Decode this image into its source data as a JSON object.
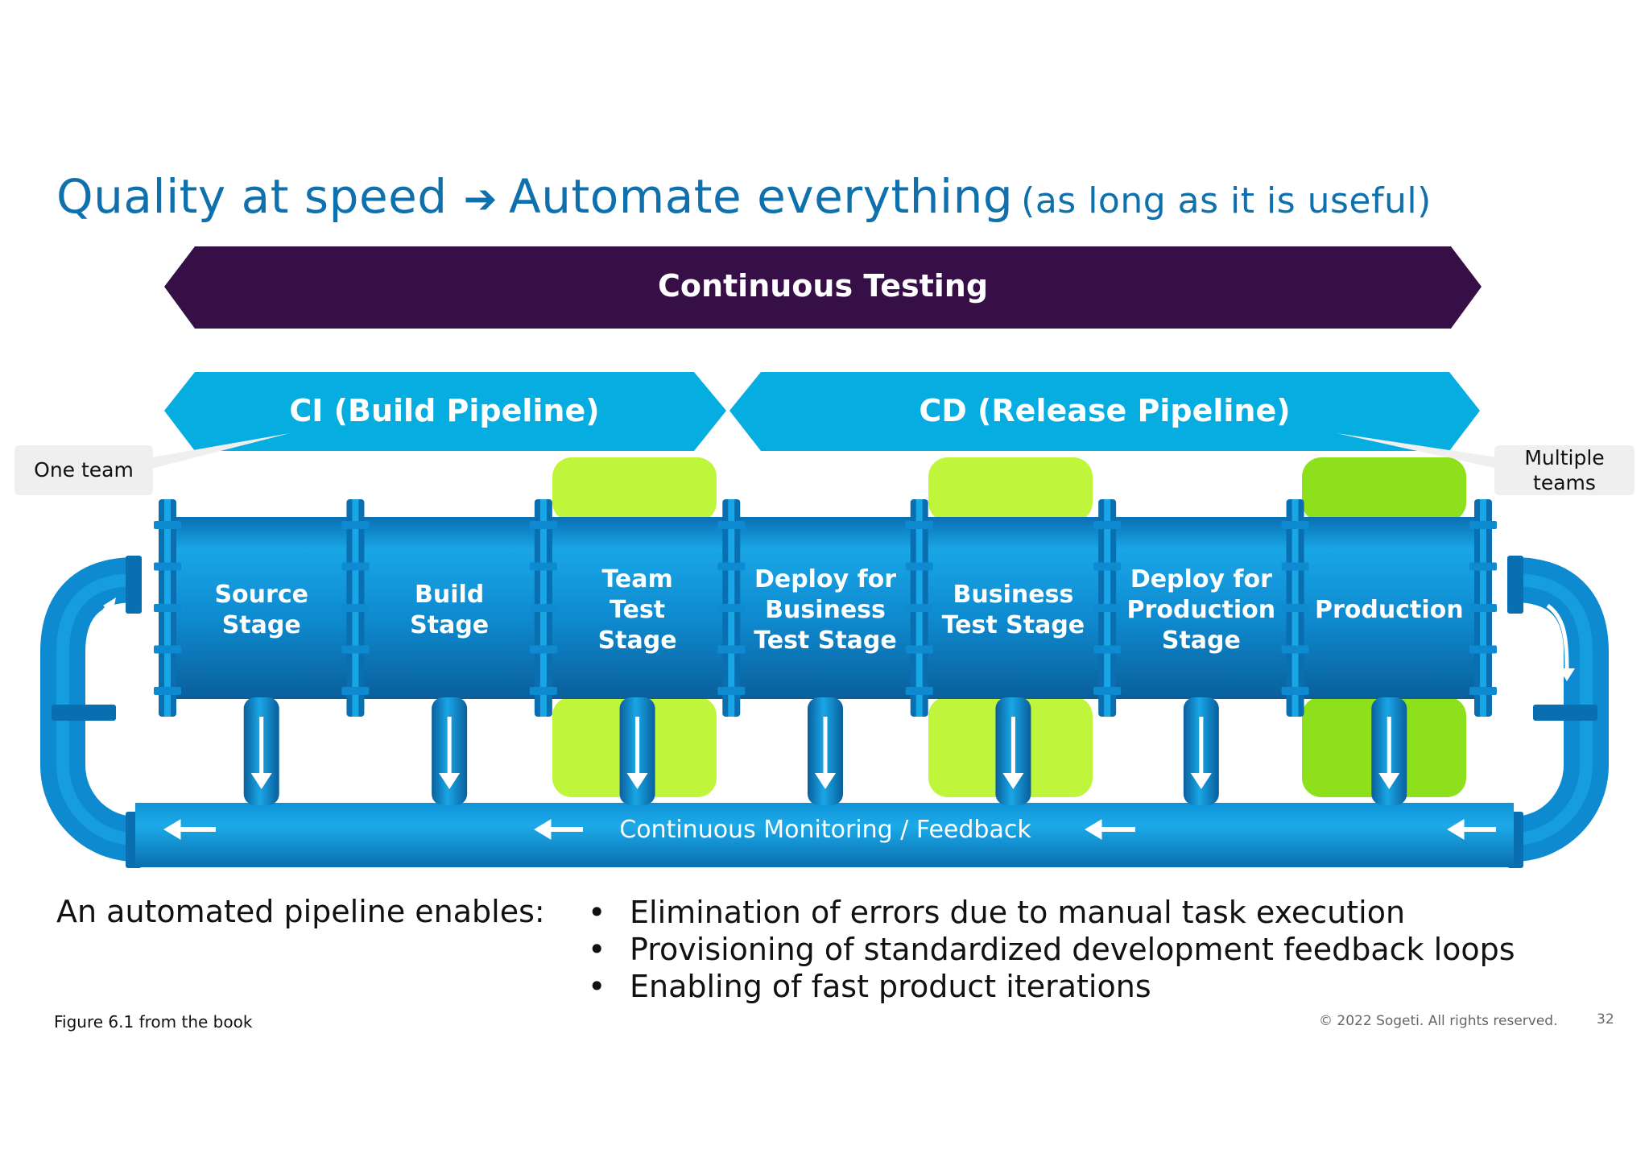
{
  "slide": {
    "title_main": "Quality at speed",
    "title_arrow": "➔",
    "title_second": "Automate everything",
    "title_sub": "(as long as it is useful)"
  },
  "diagram": {
    "top_banner": "Continuous Testing",
    "ci_label": "CI (Build Pipeline)",
    "cd_label": "CD (Release Pipeline)",
    "stages": [
      {
        "lines": [
          "Source",
          "Stage"
        ],
        "highlight": "none"
      },
      {
        "lines": [
          "Build",
          "Stage"
        ],
        "highlight": "none"
      },
      {
        "lines": [
          "Team",
          "Test",
          "Stage"
        ],
        "highlight": "light"
      },
      {
        "lines": [
          "Deploy for",
          "Business",
          "Test Stage"
        ],
        "highlight": "none"
      },
      {
        "lines": [
          "Business",
          "Test Stage"
        ],
        "highlight": "light"
      },
      {
        "lines": [
          "Deploy for",
          "Production",
          "Stage"
        ],
        "highlight": "none"
      },
      {
        "lines": [
          "Production"
        ],
        "highlight": "dark"
      }
    ],
    "feedback_label": "Continuous Monitoring / Feedback",
    "colors": {
      "banner": "#360f46",
      "pipeline_label": "#06ade0",
      "pipe": "#0e8fd3",
      "pipe_dark": "#0a5f9b",
      "green_light": "#bff53b",
      "green_dark": "#8fe01c"
    }
  },
  "callouts": {
    "left": "One team",
    "right_line1": "Multiple",
    "right_line2": "teams"
  },
  "enables_label": "An automated pipeline enables:",
  "bullets": [
    "Elimination of errors due to manual task execution",
    "Provisioning of standardized development feedback loops",
    "Enabling of fast product iterations"
  ],
  "footer": {
    "figure_note": "Figure 6.1 from the book",
    "copyright": "© 2022 Sogeti. All rights reserved.",
    "page": "32"
  }
}
